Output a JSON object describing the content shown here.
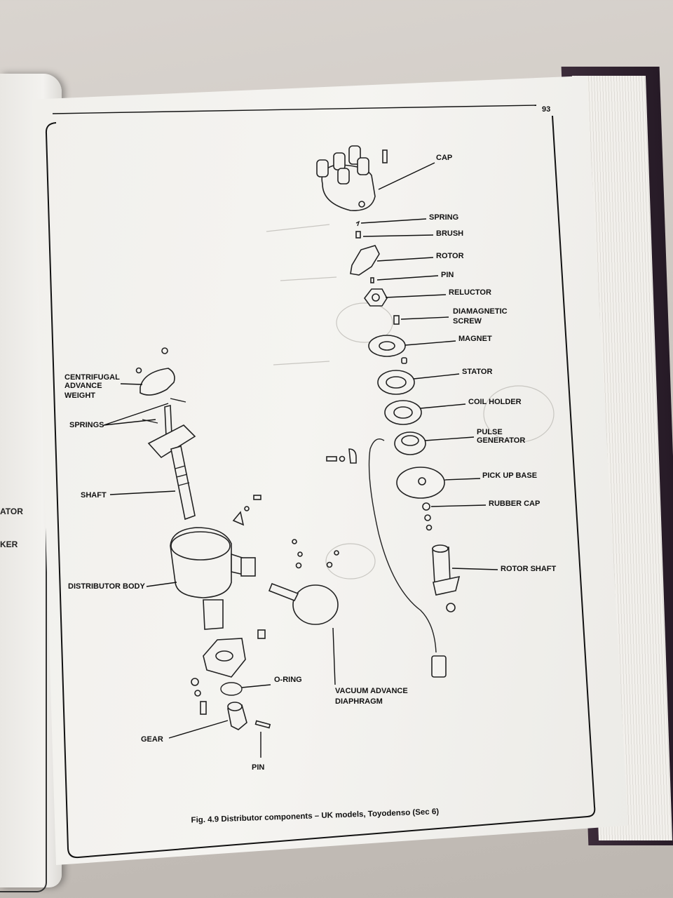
{
  "left_page": {
    "fragments": [
      "ATOR",
      "KER"
    ]
  },
  "page_number": "93",
  "labels": {
    "cap": "CAP",
    "spring": "SPRING",
    "brush": "BRUSH",
    "rotor": "ROTOR",
    "pin_top": "PIN",
    "reluctor": "RELUCTOR",
    "diamagnetic_line1": "DIAMAGNETIC",
    "diamagnetic_line2": "SCREW",
    "magnet": "MAGNET",
    "stator": "STATOR",
    "coil_holder": "COIL HOLDER",
    "pulse_line1": "PULSE",
    "pulse_line2": "GENERATOR",
    "pick_up_base": "PICK UP BASE",
    "rubber_cap": "RUBBER CAP",
    "rotor_shaft": "ROTOR SHAFT",
    "centrifugal_line1": "CENTRIFUGAL",
    "centrifugal_line2": "ADVANCE",
    "centrifugal_line3": "WEIGHT",
    "springs": "SPRINGS",
    "shaft": "SHAFT",
    "distributor_body": "DISTRIBUTOR BODY",
    "o_ring": "O-RING",
    "vacuum_line1": "VACUUM ADVANCE",
    "vacuum_line2": "DIAPHRAGM",
    "gear": "GEAR",
    "pin_bottom": "PIN"
  },
  "caption": "Fig. 4.9 Distributor components – UK models, Toyodenso (Sec 6)"
}
